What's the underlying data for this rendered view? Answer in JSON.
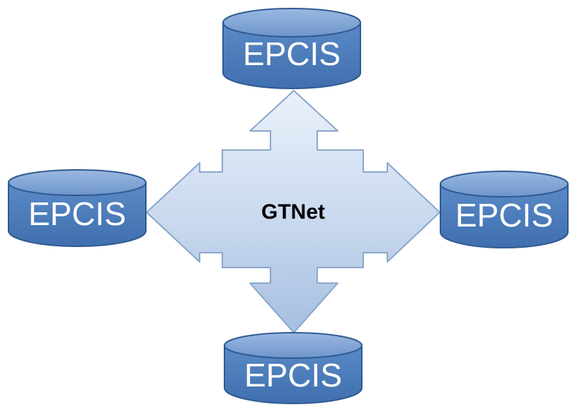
{
  "hub": {
    "label": "GTNet"
  },
  "nodes": {
    "top": {
      "label": "EPCIS"
    },
    "left": {
      "label": "EPCIS"
    },
    "right": {
      "label": "EPCIS"
    },
    "bottom": {
      "label": "EPCIS"
    }
  },
  "colors": {
    "cylinder_fill": "#4f7fbf",
    "cylinder_top": "#7fa4d4",
    "cylinder_stroke": "#2f5a92",
    "arrow_fill_light": "#e6eef8",
    "arrow_fill_dark": "#a9c1e2",
    "arrow_stroke": "#8aa6cc"
  },
  "icons": {
    "database": "cylinder"
  }
}
